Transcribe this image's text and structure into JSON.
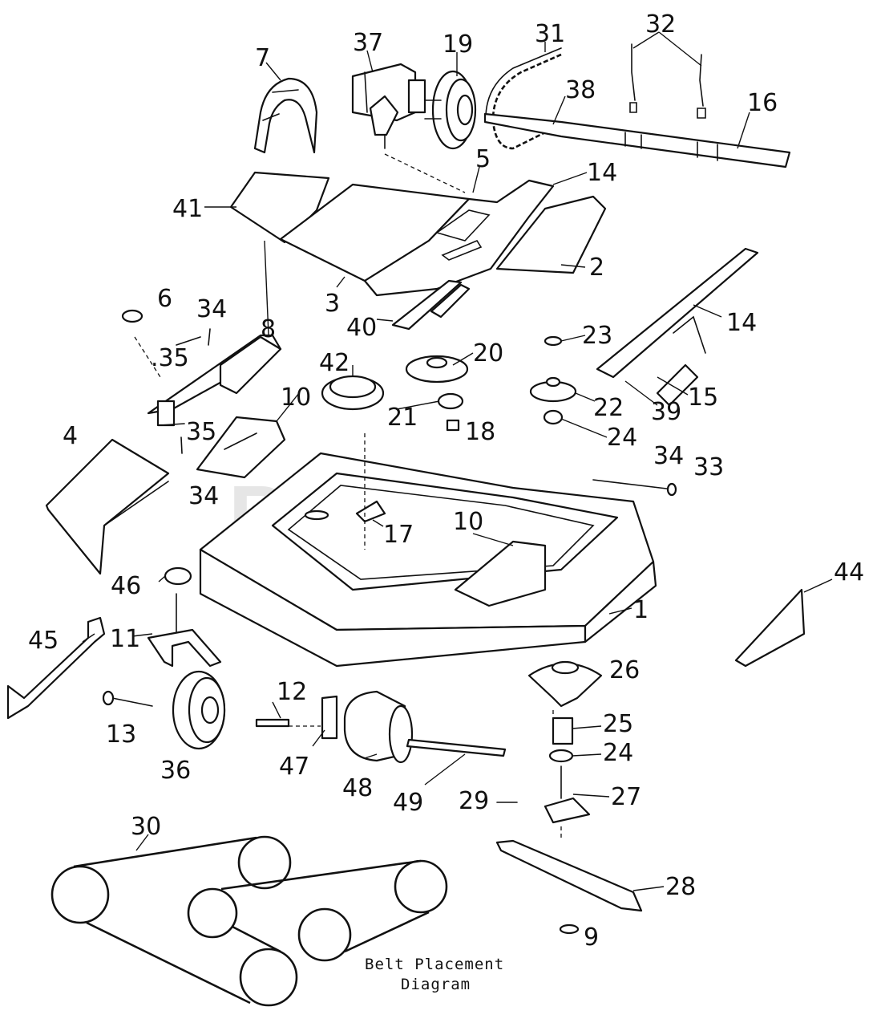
{
  "watermark": "PartsTree",
  "caption": {
    "line1": "Belt Placement",
    "line2": "Diagram"
  },
  "callouts": {
    "c1": "1",
    "c2": "2",
    "c3": "3",
    "c4": "4",
    "c5": "5",
    "c6": "6",
    "c7": "7",
    "c8": "8",
    "c9": "9",
    "c10a": "10",
    "c10b": "10",
    "c11": "11",
    "c12": "12",
    "c13": "13",
    "c14a": "14",
    "c14b": "14",
    "c15": "15",
    "c16": "16",
    "c17": "17",
    "c18": "18",
    "c19": "19",
    "c20": "20",
    "c21": "21",
    "c22": "22",
    "c23": "23",
    "c24a": "24",
    "c24b": "24",
    "c25": "25",
    "c26": "26",
    "c27": "27",
    "c28": "28",
    "c29": "29",
    "c30": "30",
    "c31": "31",
    "c32": "32",
    "c33": "33",
    "c34a": "34",
    "c34b": "34",
    "c34c": "34",
    "c35a": ".35",
    "c35b": "35",
    "c36": "36",
    "c37": "37",
    "c38": "38",
    "c39": "39",
    "c40": "40",
    "c41": "41",
    "c42": "42",
    "c44": "44",
    "c45": "45",
    "c46": "46",
    "c47": "47",
    "c48": "48",
    "c49": "49"
  }
}
